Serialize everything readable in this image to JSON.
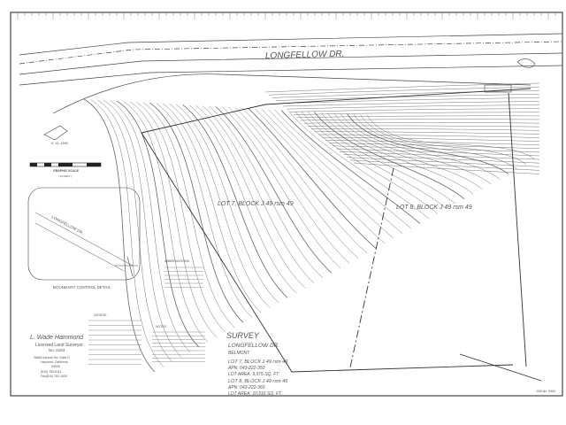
{
  "map": {
    "street_label": "LONGFELLOW DR.",
    "lot_7_label": "LOT 7, BLOCK J  49 rsm 49",
    "lot_8_label": "LOT 8, BLOCK J  49 rsm 49",
    "graphic_scale_label": "GRAPHIC SCALE",
    "graphic_scale_sub": "( IN FEET )",
    "date_stamp": "8-12-2003",
    "inset_street_label": "LONGFELLOW DR.",
    "boundary_detail_caption": "BOUNDARY CONTROL DETAIL",
    "abbreviations_heading": "ABBREVIATIONS",
    "legend_heading": "LEGEND",
    "notes_heading": "NOTES",
    "survey_block": {
      "title": "SURVEY",
      "street": "LONGFELLOW DR.",
      "city": "BELMONT",
      "lot7_line": "LOT 7, BLOCK J  49 rsm 49",
      "lot7_apn": "APN: 043-222-350",
      "lot7_area": "LOT AREA: 9,975 SQ. FT.",
      "lot8_line": "LOT 8, BLOCK J  49 rsm 49",
      "lot8_apn": "APN: 043-222-360",
      "lot8_area": "LOT AREA: 10,516 SQ. FT."
    },
    "surveyor": {
      "name": "L. Wade Hammond",
      "title": "Licensed Land Surveyor",
      "license": "No. 6163",
      "address1": "26662 Asnock Rd.  Suite D",
      "address2": "Hayward, California",
      "zip": "94545",
      "phone": "(510) 783-8111",
      "fax": "Fax(510) 782-1630"
    },
    "job_number": "JOB No. 9963"
  },
  "colors": {
    "ink": "#555555",
    "paper": "#ffffff",
    "frame": "#222222"
  }
}
